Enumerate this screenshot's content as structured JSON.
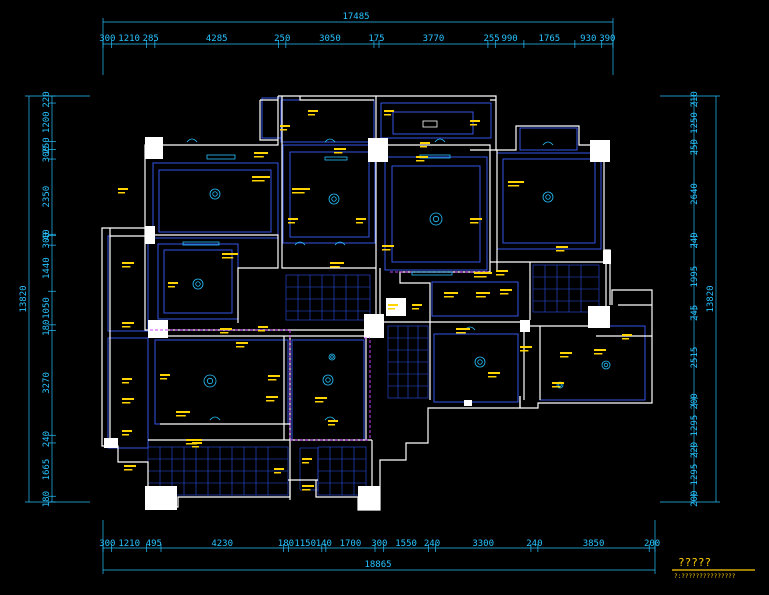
{
  "drawing": {
    "overall_top": "17485",
    "overall_bottom": "18865",
    "overall_left": "13820",
    "overall_right": "13820",
    "top_dims": [
      "300",
      "1210",
      "285",
      "4285",
      "250",
      "3050",
      "175",
      "3770",
      "255",
      "990",
      "1765",
      "930",
      "390"
    ],
    "bottom_dims": [
      "300",
      "1210",
      "495",
      "4230",
      "180",
      "1150",
      "140",
      "1700",
      "300",
      "1550",
      "240",
      "3300",
      "240",
      "3850",
      "200"
    ],
    "left_dims": [
      "220",
      "1200",
      "250",
      "300",
      "2350",
      "40",
      "300",
      "1440",
      "1050",
      "180",
      "3270",
      "240",
      "1665",
      "180"
    ],
    "right_dims": [
      "210",
      "1250",
      "250",
      "2640",
      "240",
      "1995",
      "245",
      "2515",
      "200",
      "1295",
      "220",
      "1295",
      "200"
    ],
    "title": "?????",
    "subtitle": "?:???????????????"
  },
  "colors": {
    "background": "#000000",
    "dimension": "#27c3ff",
    "wall": "#ffffff",
    "ceiling": "#3a5dff",
    "label": "#ffd400",
    "hidden": "#d040ff"
  }
}
